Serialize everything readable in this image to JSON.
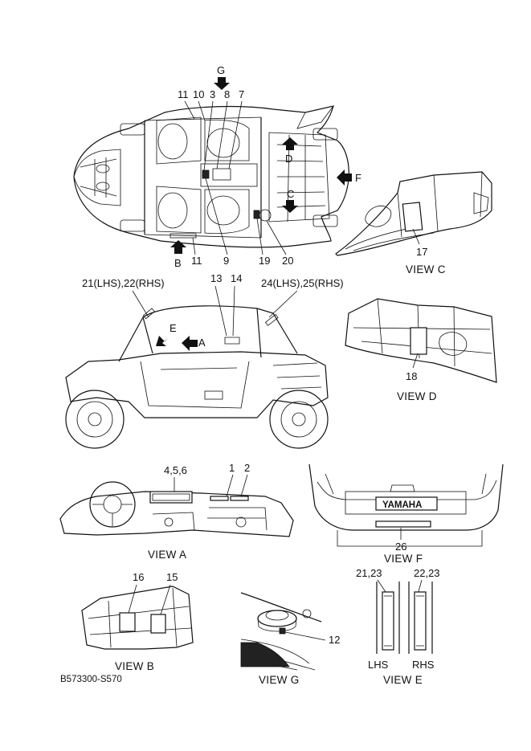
{
  "top_view": {
    "arrow_g": "G",
    "callouts_top": [
      "11",
      "10",
      "3",
      "8",
      "7"
    ],
    "callouts_bottom": [
      "11",
      "9",
      "19",
      "20"
    ],
    "arrow_b": "B",
    "arrow_c": "C",
    "arrow_d": "D",
    "arrow_f": "F"
  },
  "view_c": {
    "label": "VIEW C",
    "callout": "17"
  },
  "side_view": {
    "label_21_22": "21(LHS),22(RHS)",
    "label_13": "13",
    "label_14": "14",
    "label_24_25": "24(LHS),25(RHS)",
    "arrow_e": "E",
    "arrow_a": "A"
  },
  "view_d": {
    "label": "VIEW D",
    "callout": "18"
  },
  "view_a": {
    "label": "VIEW A",
    "callout_456": "4,5,6",
    "callout_1": "1",
    "callout_2": "2"
  },
  "view_f": {
    "label": "VIEW F",
    "callout": "26",
    "brand": "YAMAHA"
  },
  "view_b": {
    "label": "VIEW B",
    "callout_16": "16",
    "callout_15": "15"
  },
  "view_g": {
    "label": "VIEW G",
    "callout": "12"
  },
  "view_e": {
    "label": "VIEW E",
    "lhs_numbers": "21,23",
    "rhs_numbers": "22,23",
    "lhs": "LHS",
    "rhs": "RHS"
  },
  "part_code": "B573300-S570"
}
